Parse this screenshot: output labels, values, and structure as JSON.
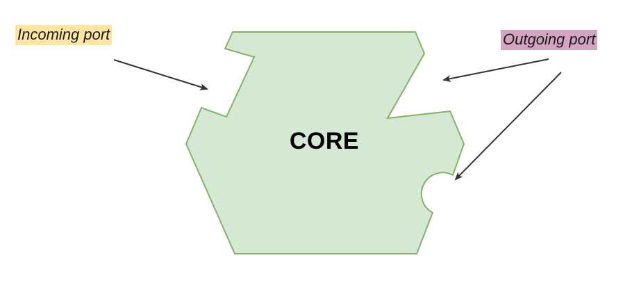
{
  "diagram": {
    "core": {
      "label": "CORE",
      "fill": "#d5e8d4",
      "stroke": "#82b366"
    },
    "incoming_port": {
      "label": "Incoming port",
      "highlight": "#fde6a3"
    },
    "outgoing_port": {
      "label": "Outgoing port",
      "highlight": "#d3a5c3"
    },
    "arrow_color": "#333333"
  }
}
